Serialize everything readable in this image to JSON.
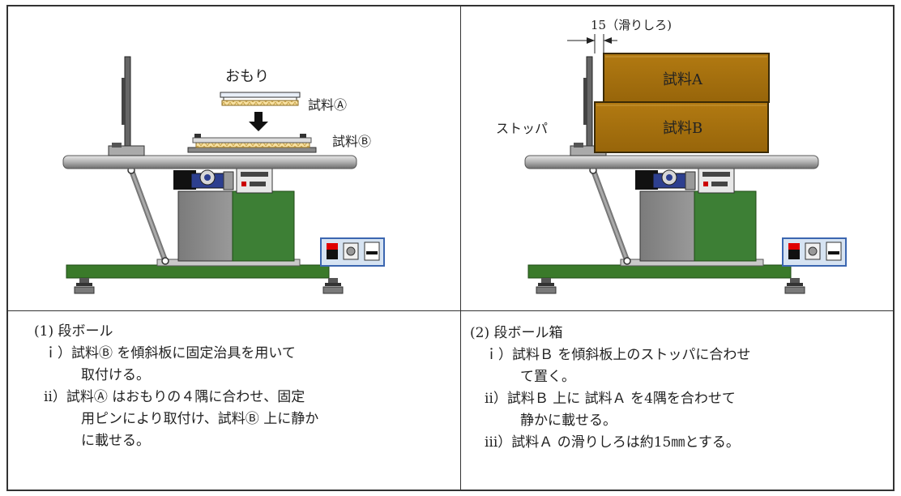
{
  "left_panel": {
    "weight_label": "おもり",
    "sample_a_label": "試料Ⓐ",
    "sample_b_label": "試料Ⓑ",
    "caption": {
      "title": "(1) 段ボール",
      "item1_line1": "ｉ）試料Ⓑ を傾斜板に固定治具を用いて",
      "item1_line2": "取付ける。",
      "item2_line1": "ⅱ）試料Ⓐ はおもりの４隅に合わせ、固定",
      "item2_line2": "用ピンにより取付け、試料Ⓑ 上に静か",
      "item2_line3": "に載せる。"
    }
  },
  "right_panel": {
    "slip_label": "15（滑りしろ)",
    "box_a_label": "試料A",
    "box_b_label": "試料B",
    "stopper_label": "ストッパ",
    "caption": {
      "title": "(2) 段ボール箱",
      "item1_line1": "ｉ）試料Ｂ を傾斜板上のストッパに合わせ",
      "item1_line2": "て置く。",
      "item2_line1": "ⅱ）試料Ｂ 上に 試料Ａ を4隅を合わせて",
      "item2_line2": "静かに載せる。",
      "item3_line1": "ⅲ）試料Ａ の滑りしろは約15㎜とする。"
    }
  },
  "colors": {
    "base_green": "#3a7a2a",
    "motor_green": "#3d7f35",
    "plate_gray": "#9a9a9a",
    "box_brown": "#a8720e",
    "box_border": "#3a2a05",
    "control_red": "#e00000"
  }
}
